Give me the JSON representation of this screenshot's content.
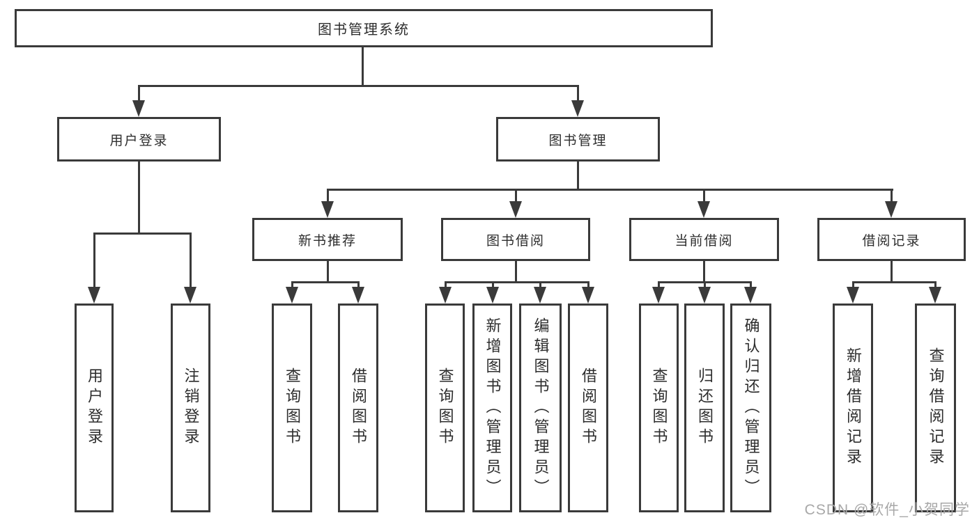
{
  "diagram": {
    "type": "tree",
    "root": {
      "id": "system",
      "label": "图书管理系统"
    },
    "level2": [
      {
        "id": "user-login",
        "label": "用户登录",
        "children": [
          {
            "id": "user-login-action",
            "label": "用户登录"
          },
          {
            "id": "logout",
            "label": "注销登录"
          }
        ]
      },
      {
        "id": "book-management",
        "label": "图书管理",
        "children": [
          {
            "id": "new-book-recommendation",
            "label": "新书推荐",
            "children": [
              {
                "id": "query-books",
                "label": "查询图书"
              },
              {
                "id": "borrow-books",
                "label": "借阅图书"
              }
            ]
          },
          {
            "id": "book-borrowing",
            "label": "图书借阅",
            "children": [
              {
                "id": "query-books",
                "label": "查询图书"
              },
              {
                "id": "add-books-admin",
                "label": "新增图书（管理员）"
              },
              {
                "id": "edit-books-admin",
                "label": "编辑图书（管理员）"
              },
              {
                "id": "borrow-books",
                "label": "借阅图书"
              }
            ]
          },
          {
            "id": "current-borrowing",
            "label": "当前借阅",
            "children": [
              {
                "id": "query-books",
                "label": "查询图书"
              },
              {
                "id": "return-books",
                "label": "归还图书"
              },
              {
                "id": "confirm-return-admin",
                "label": "确认归还（管理员）"
              }
            ]
          },
          {
            "id": "borrowing-records",
            "label": "借阅记录",
            "children": [
              {
                "id": "add-borrow-record",
                "label": "新增借阅记录"
              },
              {
                "id": "query-borrow-record",
                "label": "查询借阅记录"
              }
            ]
          }
        ]
      }
    ],
    "watermark": {
      "text": "CSDN @软件_小贺同学",
      "color": "#a8a8a8"
    },
    "style": {
      "line_color": "#3a3a3a",
      "text_color": "#2d2d2d",
      "background": "#ffffff"
    }
  }
}
